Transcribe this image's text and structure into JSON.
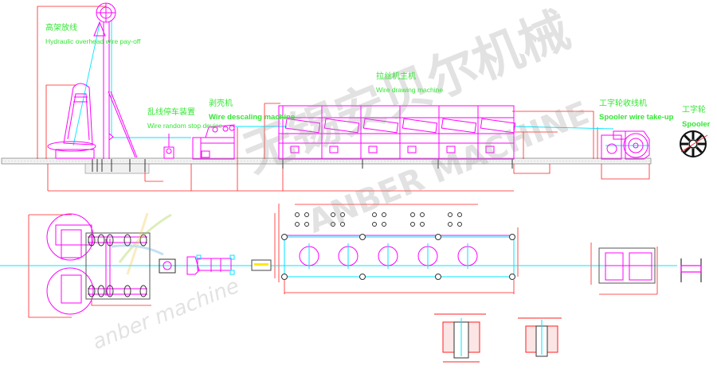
{
  "labels": {
    "payoff_cn": "高架放线",
    "payoff_en": "Hydraulic overhead wire pay-off",
    "stop_cn": "乱线停车装置",
    "stop_en": "Wire random stop device",
    "descaling_cn": "剥壳机",
    "descaling_en": "Wire descaling machine",
    "drawing_cn": "拉丝机主机",
    "drawing_en": "Wire drawing machine",
    "takeup_cn": "工字轮收线机",
    "takeup_en": "Spooler wire take-up",
    "spooler_cn": "工字轮",
    "spooler_en": "Spooler"
  },
  "watermark": {
    "cn": "无锡安贝尔机械",
    "en": "ANBER MACHINE",
    "logo_text": "anber machine"
  },
  "colors": {
    "machine": "#ff00ff",
    "dimension": "#ff2020",
    "wire": "#00e5ff",
    "text": "#33e633",
    "ground": "#888888"
  }
}
